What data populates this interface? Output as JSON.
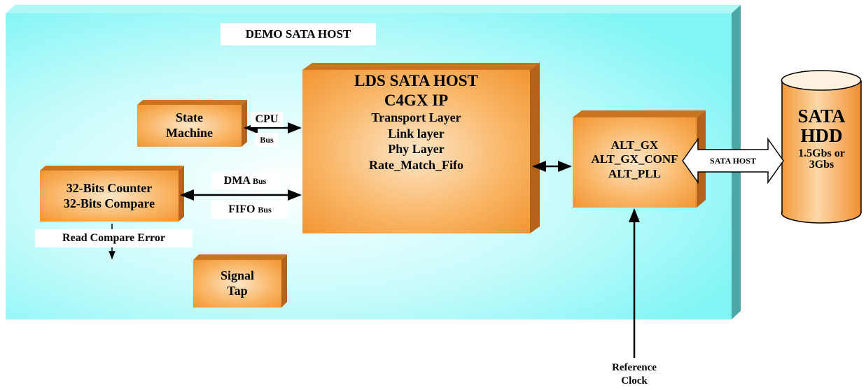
{
  "board": {
    "title": "DEMO SATA HOST",
    "bg": "#8ef7f7",
    "edge": "#4aa7a5"
  },
  "block_color": "#f5a03c",
  "blocks": {
    "state_machine": [
      "State",
      "Machine"
    ],
    "counter": [
      "32-Bits Counter",
      "32-Bits Compare"
    ],
    "signal_tap": [
      "Signal",
      "Tap"
    ],
    "lds": {
      "title": "LDS SATA HOST",
      "subtitle": "C4GX IP",
      "layers": [
        "Transport Layer",
        "Link layer",
        "Phy Layer",
        "Rate_Match_Fifo"
      ]
    },
    "alt": [
      "ALT_GX",
      "ALT_GX_CONF",
      "ALT_PLL"
    ]
  },
  "hdd": {
    "title": "SATA",
    "subtitle": "HDD",
    "speed": [
      "1.5Gbs or",
      "3Gbs"
    ]
  },
  "buses": {
    "cpu": {
      "main": "CPU",
      "sub": "Bus"
    },
    "dma": {
      "main": "DMA",
      "sub": "Bus"
    },
    "fifo": {
      "main": "FIFO",
      "sub": "Bus"
    },
    "sata_host": "SATA HOST"
  },
  "signals": {
    "read_compare_error": "Read Compare Error",
    "reference_clock": [
      "Reference",
      "Clock"
    ]
  }
}
